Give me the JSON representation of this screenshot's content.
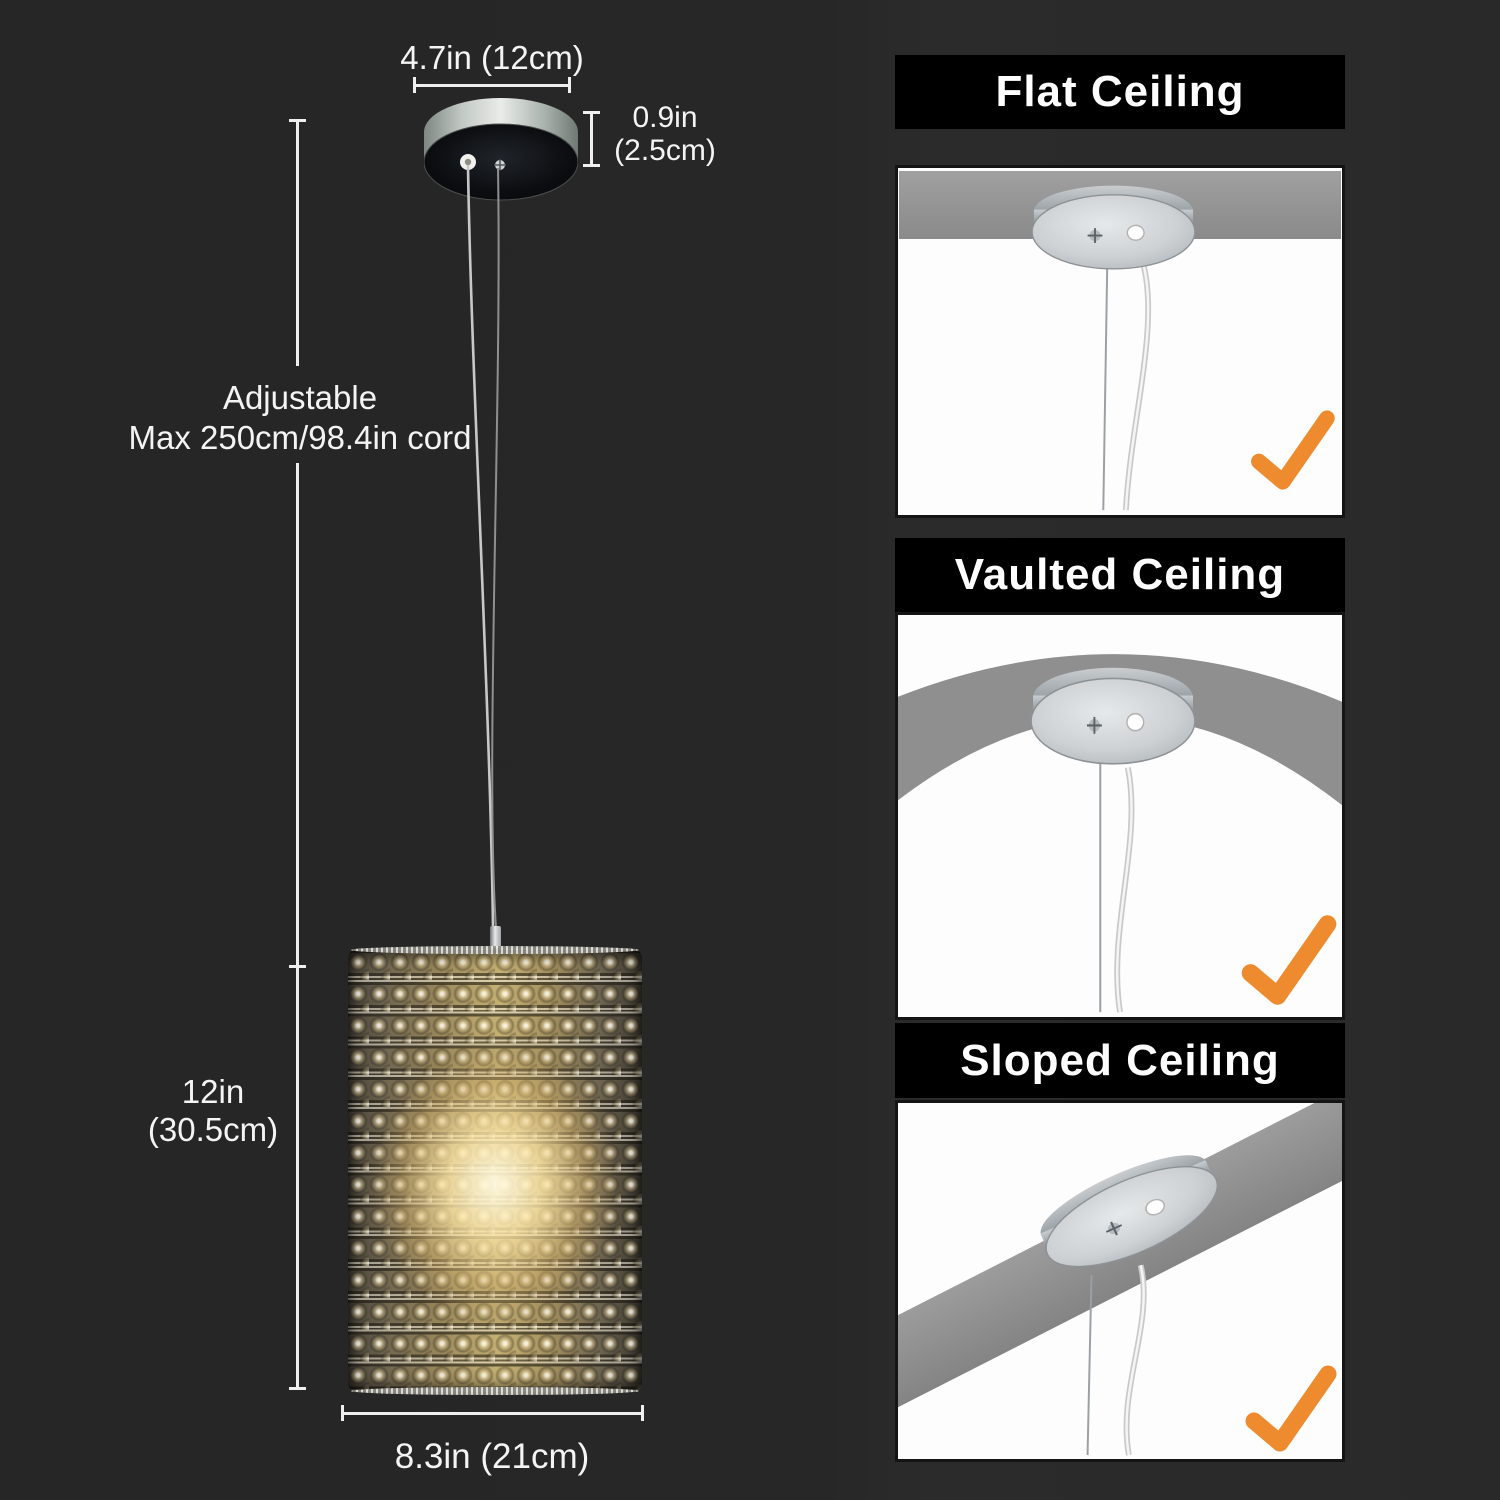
{
  "product_diagram": {
    "canopy_width_label": "4.7in (12cm)",
    "canopy_height_label": [
      "0.9in",
      "(2.5cm)"
    ],
    "cord_label": [
      "Adjustable",
      "Max 250cm/98.4in cord"
    ],
    "shade_height_label": [
      "12in",
      "(30.5cm)"
    ],
    "shade_width_label": "8.3in (21cm)"
  },
  "panels": [
    {
      "title": "Flat Ceiling",
      "checkmark": "check"
    },
    {
      "title": "Vaulted Ceiling",
      "checkmark": "check"
    },
    {
      "title": "Sloped Ceiling",
      "checkmark": "check"
    }
  ],
  "colors": {
    "background": "#272727",
    "panel_title_bg": "#000000",
    "panel_bg": "#fdfdfd",
    "ceiling_gray": "#8f8f8f",
    "checkmark_orange": "#EF8B2F",
    "dimension_text": "#f4f4f4"
  }
}
